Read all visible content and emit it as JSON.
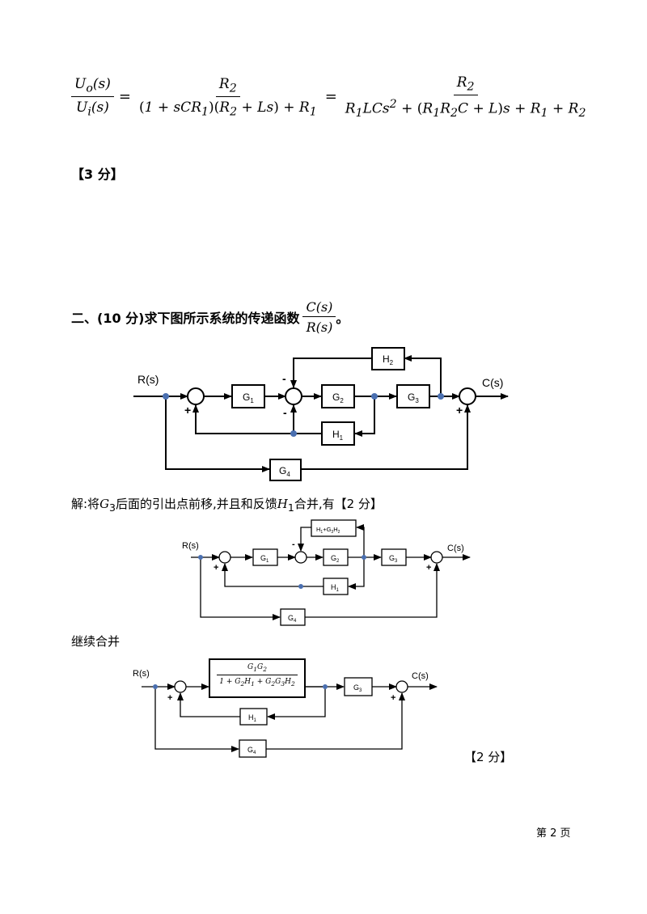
{
  "eq1": {
    "lhs_num": "U_o(s)",
    "lhs_den": "U_i(s)",
    "mid_num": "R_2",
    "mid_den": "(1 + sCR_1)(R_2 + Ls) + R_1",
    "rhs_num": "R_2",
    "rhs_den": "R_1LCs^2 + (R_1R_2C + L)s + R_1 + R_2"
  },
  "score1": "【3 分】",
  "q2": {
    "prefix": "二、(10 分)求下图所示系统的传递函数",
    "frac_num": "C(s)",
    "frac_den": "R(s)",
    "suffix": "。"
  },
  "diagram1": {
    "input": "R(s)",
    "output": "C(s)",
    "blocks": [
      "G1",
      "G2",
      "G3",
      "H1",
      "H2",
      "G4"
    ],
    "signs": {
      "s1_bottom": "+",
      "s2_top": "-",
      "s2_bottom": "-",
      "s3_bottom": "+"
    }
  },
  "solution": {
    "t1": "解:将",
    "t2": "G",
    "t2sub": "3",
    "t3": "后面的引出点前移,并且和反馈",
    "t4": "H",
    "t4sub": "1",
    "t5": "合并,有【2 分】"
  },
  "diagram2": {
    "input": "R(s)",
    "output": "C(s)",
    "blocks": [
      "G1",
      "G2",
      "G3",
      "H1",
      "G4",
      "H1+G3H2"
    ],
    "signs": {
      "s1_bottom": "+",
      "s2_top": "-",
      "s3_bottom": "+"
    }
  },
  "continue_text": "继续合并",
  "diagram3": {
    "input": "R(s)",
    "output": "C(s)",
    "frac_num": "G1G2",
    "frac_den": "1 + G2H1 + G2G3H2",
    "blocks": [
      "G3",
      "H1",
      "G4"
    ],
    "signs": {
      "s1_bottom": "+",
      "s2_bottom": "+"
    }
  },
  "score2": "【2 分】",
  "footer": "第 2 页"
}
